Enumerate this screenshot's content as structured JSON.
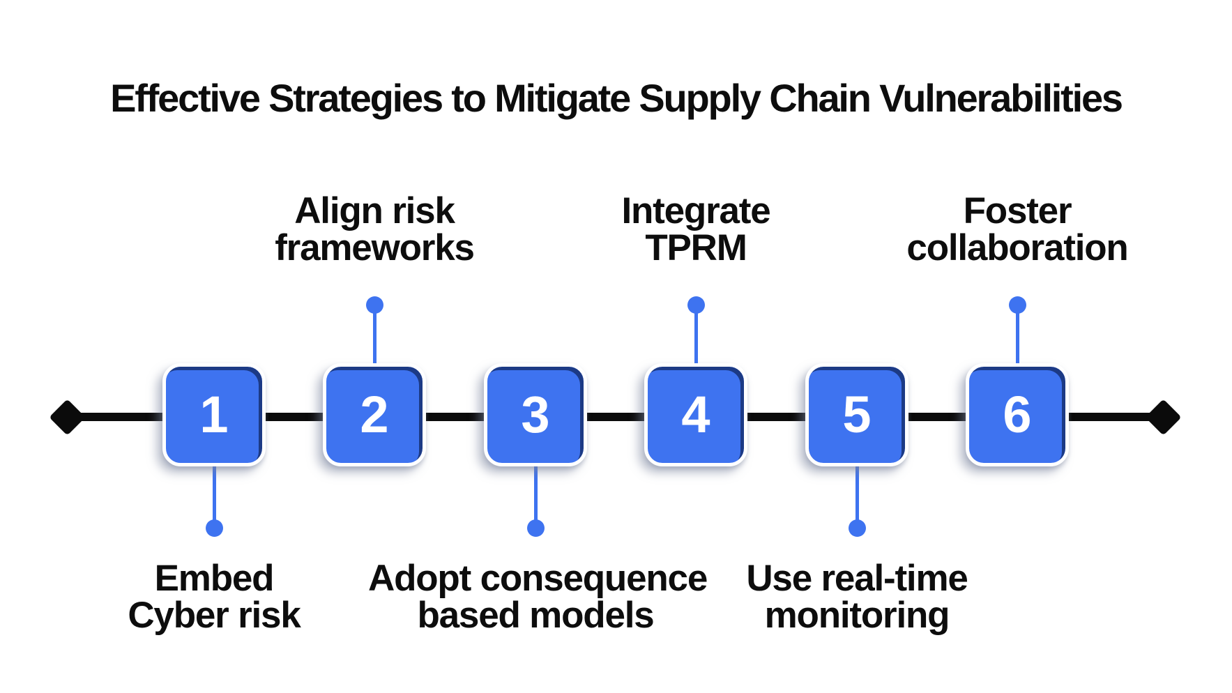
{
  "title": "Effective Strategies to Mitigate Supply Chain Vulnerabilities",
  "colors": {
    "accent": "#3E73F0",
    "accent-dark": "#1C3A85",
    "line-black": "#0B0B0B",
    "text": "#111111"
  },
  "timeline": {
    "steps": [
      {
        "number": "1",
        "label_position": "below",
        "lines": [
          "Embed",
          "Cyber risk"
        ]
      },
      {
        "number": "2",
        "label_position": "above",
        "lines": [
          "Align risk",
          "frameworks"
        ]
      },
      {
        "number": "3",
        "label_position": "below",
        "lines": [
          "Adopt consequence",
          "based models"
        ]
      },
      {
        "number": "4",
        "label_position": "above",
        "lines": [
          "Integrate",
          "TPRM"
        ]
      },
      {
        "number": "5",
        "label_position": "below",
        "lines": [
          "Use real-time",
          "monitoring"
        ]
      },
      {
        "number": "6",
        "label_position": "above",
        "lines": [
          "Foster",
          "collaboration"
        ]
      }
    ]
  }
}
